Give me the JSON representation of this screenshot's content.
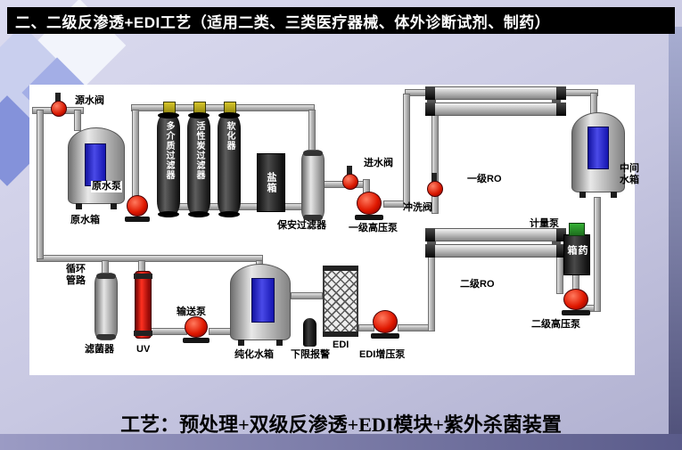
{
  "slide": {
    "title": "二、二级反渗透+EDI工艺（适用二类、三类医疗器械、体外诊断试剂、制药）",
    "footer": "工艺：预处理+双级反渗透+EDI模块+紫外杀菌装置"
  },
  "diagram": {
    "labels": {
      "source_valve": "源水阀",
      "raw_tank": "原水箱",
      "raw_pump": "原水泵",
      "multimedia_filter": "多介质过滤器",
      "carbon_filter": "活性炭过滤器",
      "softener": "软化器",
      "salt_tank": "盐箱",
      "security_filter": "保安过滤器",
      "inlet_valve": "进水阀",
      "stage1_hp_pump": "一级高压泵",
      "stage1_ro": "一级RO",
      "flush_valve": "冲洗阀",
      "intermediate_tank": "中间水箱",
      "metering_pump": "计量泵",
      "chemical_tank": "药箱",
      "stage2_ro": "二级RO",
      "stage2_hp_pump": "二级高压泵",
      "circulation_pipe": "循环管路",
      "bacteria_filter": "滤菌器",
      "uv": "UV",
      "transfer_pump": "输送泵",
      "purified_tank": "纯化水箱",
      "low_limit_alarm": "下限报警",
      "edi": "EDI",
      "edi_booster_pump": "EDI增压泵"
    },
    "colors": {
      "background_lavender": "#c8c8e2",
      "title_bar_black": "#000000",
      "title_text_white": "#ffffff",
      "panel_white": "#ffffff",
      "pump_red": "#d81800",
      "tank_window_blue": "#2a2ad0",
      "pipe_gray": "#a8a8a8",
      "filter_dark": "#2a2a2a",
      "indicator_yellow": "#c8b82a",
      "metering_green": "#2f9e2f",
      "uv_red": "#cc1010"
    }
  }
}
